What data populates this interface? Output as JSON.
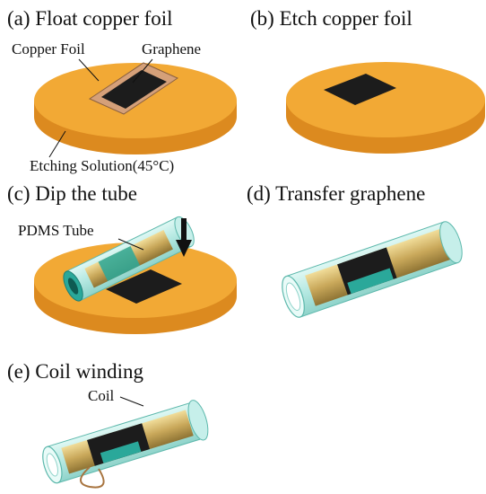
{
  "panels": {
    "a": {
      "title": "(a) Float copper foil",
      "copper_label": "Copper Foil",
      "graphene_label": "Graphene",
      "solution_label": "Etching Solution(45°C)"
    },
    "b": {
      "title": "(b) Etch copper foil"
    },
    "c": {
      "title": "(c) Dip the tube",
      "tube_label": "PDMS Tube"
    },
    "d": {
      "title": "(d) Transfer graphene"
    },
    "e": {
      "title": "(e) Coil winding",
      "coil_label": "Coil"
    }
  },
  "colors": {
    "solution": "#f2a935",
    "solution_side": "#dc8a1f",
    "copper": "#d5a079",
    "graphene": "#1c1c1c",
    "tube_glass": "#b9ece6",
    "tube_teal": "#2aa89a",
    "gold": "#cfb46c",
    "coil": "#a8743f"
  }
}
